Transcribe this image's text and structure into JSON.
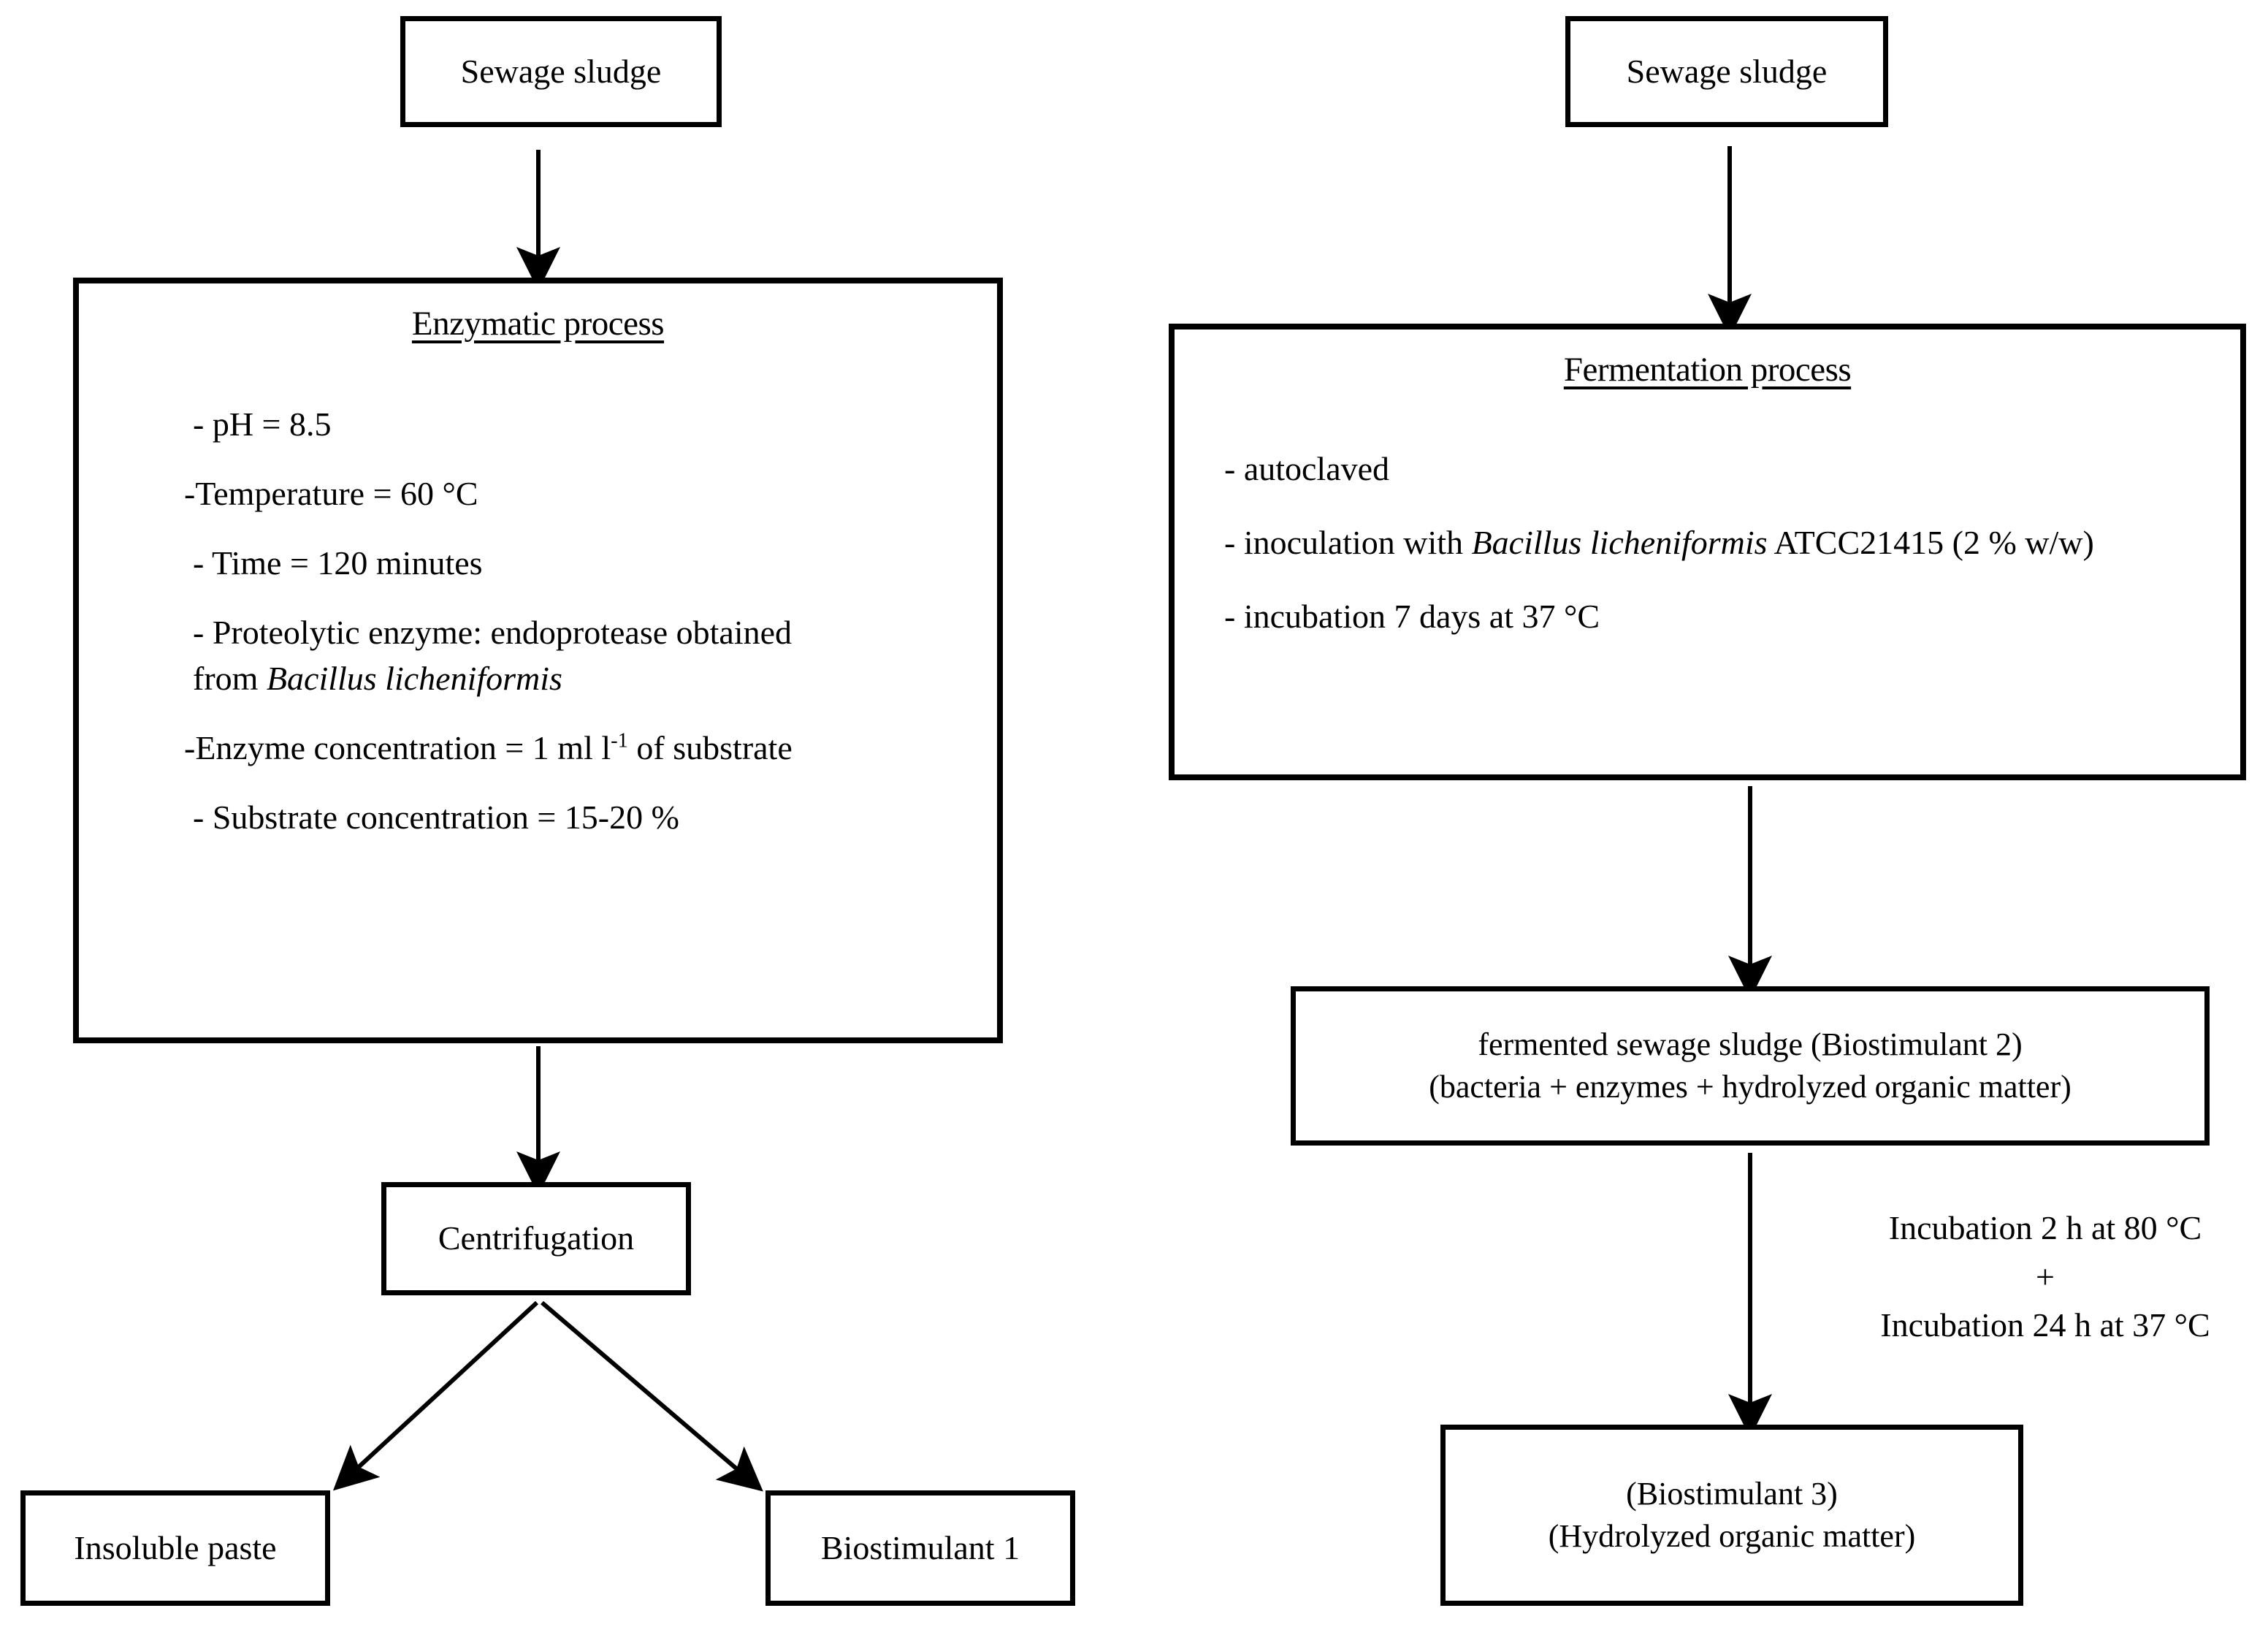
{
  "diagram": {
    "title": "Sewage sludge biostimulant production flowchart",
    "background_color": "#ffffff",
    "line_color": "#000000"
  },
  "left_branch": {
    "source_box": {
      "label": "Sewage sludge"
    },
    "process_panel": {
      "title": "Enzymatic process",
      "bullets": [
        "- pH = 8.5",
        "-Temperature = 60 °C",
        "- Time = 120 minutes",
        "- Proteolytic enzyme: endoprotease obtained",
        "from Bacillus licheniformis",
        "-Enzyme concentration = 1 ml l-1 of substrate",
        "- Substrate concentration = 15-20 %"
      ],
      "bullet_parts": {
        "b1": "- pH = 8.5",
        "b2": "-Temperature = 60 °C",
        "b3": "- Time = 120 minutes",
        "b4": "- Proteolytic enzyme: endoprotease obtained",
        "b5_prefix": "from ",
        "b5_italic": "Bacillus licheniformis",
        "b6_prefix": "-Enzyme concentration = 1 ml l",
        "b6_sup": "-1",
        "b6_suffix": " of substrate",
        "b7": "- Substrate concentration = 15-20 %"
      }
    },
    "centrifugation_box": {
      "label": "Centrifugation"
    },
    "outputs": [
      {
        "label": "Insoluble paste"
      },
      {
        "label": "Biostimulant 1"
      }
    ]
  },
  "right_branch": {
    "source_box": {
      "label": "Sewage sludge"
    },
    "process_panel": {
      "title": "Fermentation process",
      "bullet_parts": {
        "b1": "- autoclaved",
        "b2_prefix": "- inoculation with ",
        "b2_italic": "Bacillus licheniformis",
        "b2_suffix": " ATCC21415 (2 % w/w)",
        "b3": "- incubation 7 days at 37 °C"
      }
    },
    "intermediate_box": {
      "line1": "fermented sewage sludge (Biostimulant 2)",
      "line2": "(bacteria + enzymes + hydrolyzed organic matter)"
    },
    "edge_label": {
      "line1": "Incubation 2 h at 80 °C",
      "line2": "+",
      "line3": "Incubation 24 h at 37 °C"
    },
    "final_box": {
      "line1": "(Biostimulant 3)",
      "line2": "(Hydrolyzed organic matter)"
    }
  }
}
